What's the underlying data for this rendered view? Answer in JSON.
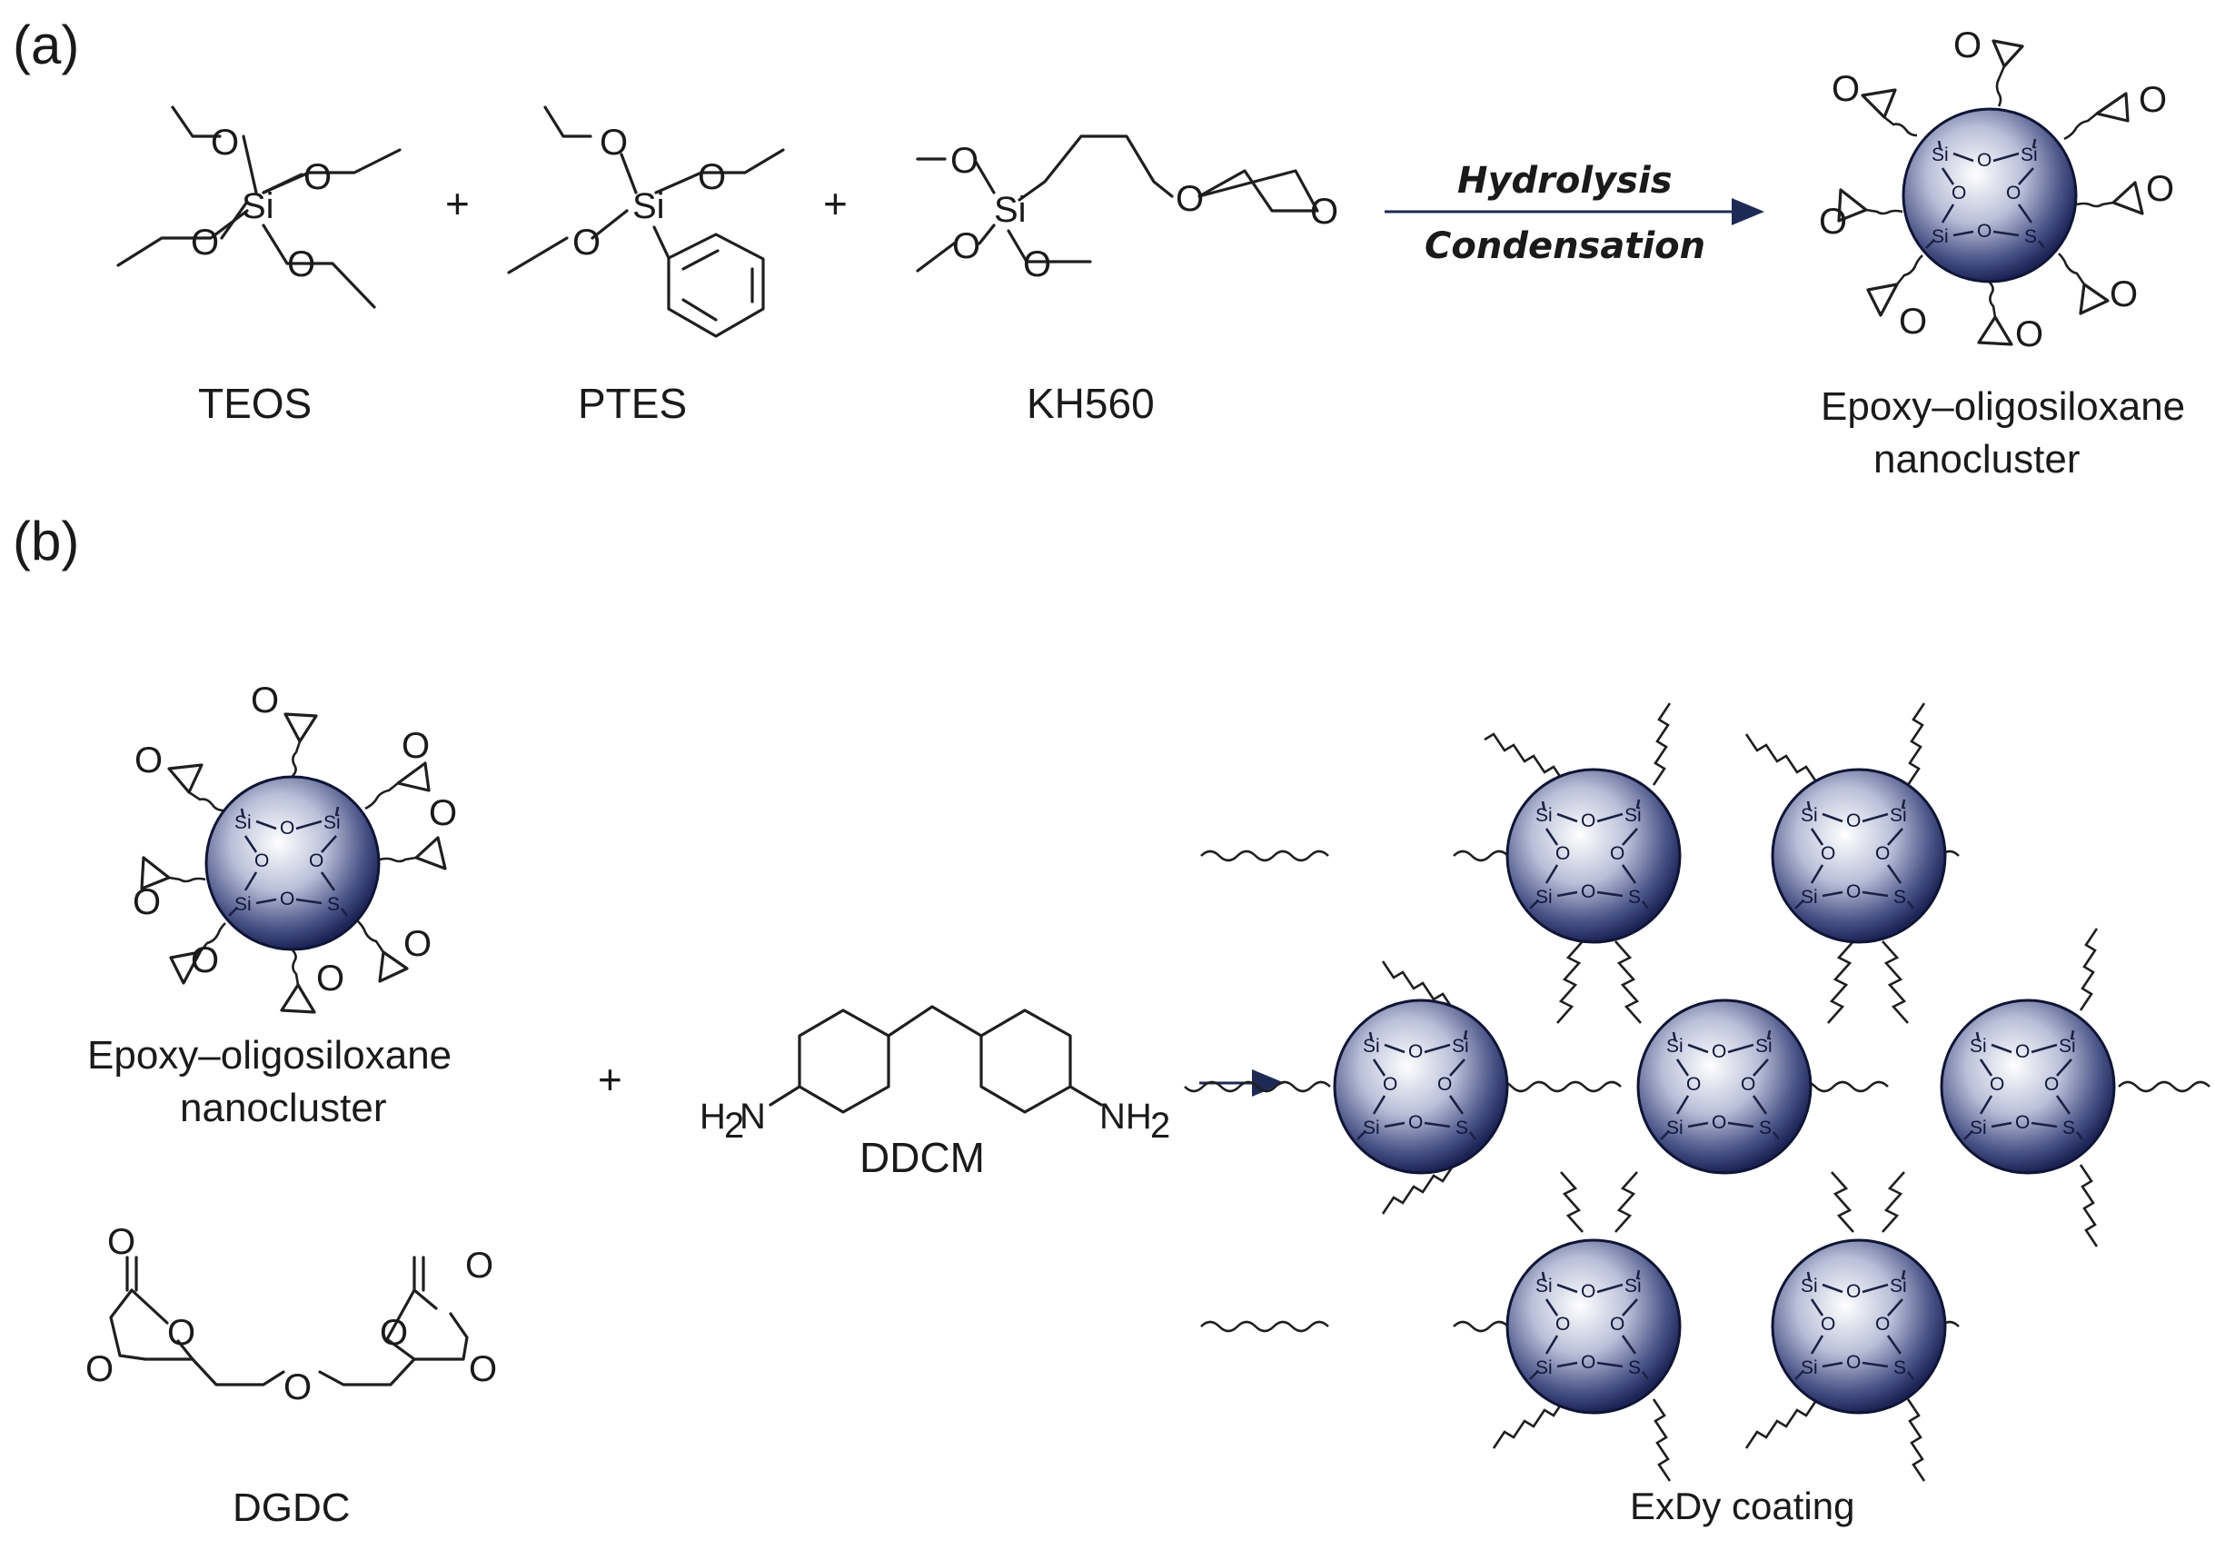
{
  "panels": {
    "a": {
      "label": "(a)"
    },
    "b": {
      "label": "(b)"
    }
  },
  "reagents_a": {
    "teos": "TEOS",
    "ptes": "PTES",
    "kh560": "KH560",
    "plus": "+"
  },
  "arrow_a": {
    "top": "Hydrolysis",
    "bottom": "Condensation"
  },
  "product_a": {
    "line1": "Epoxy–oligosiloxane",
    "line2": "nanocluster"
  },
  "panel_b": {
    "nanocluster_line1": "Epoxy–oligosiloxane",
    "nanocluster_line2": "nanocluster",
    "plus": "+",
    "ddcm": "DDCM",
    "dgdc": "DGDC",
    "coating": "ExDy coating",
    "h2n": "H",
    "h2n_sub": "2",
    "h2n_n": "N",
    "nh2": "NH",
    "nh2_sub": "2"
  },
  "atoms": {
    "o": "O",
    "si": "Si"
  },
  "cluster_atoms": {
    "si": "Si",
    "o": "O",
    "s": "S"
  },
  "colors": {
    "sphere_dark": "#1c2456",
    "sphere_mid": "#5a6494",
    "sphere_light": "#ffffff",
    "line": "#1f1f1f",
    "arrow": "#1e2a55"
  }
}
